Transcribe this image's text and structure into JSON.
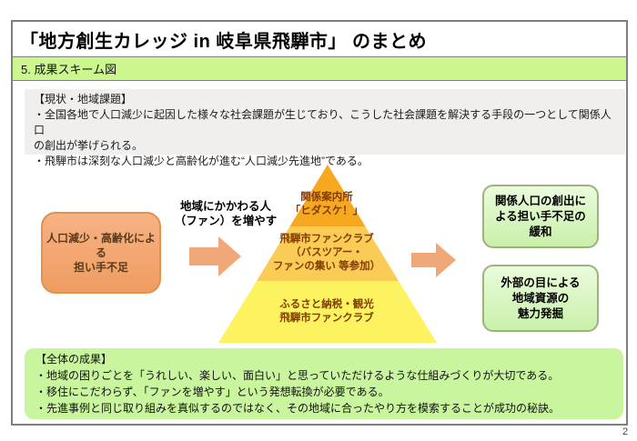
{
  "page": {
    "title": "「地方創生カレッジ in 岐阜県飛騨市」 のまとめ",
    "section_label": "5. 成果スキーム図",
    "page_number": "2"
  },
  "current_issues": {
    "heading": "【現状・地域課題】",
    "body": "・全国各地で人口減少に起因した様々な社会課題が生じており、こうした社会課題を解決する手段の一つとして関係人口\nの創出が挙げられる。\n・飛騨市は深刻な人口減少と高齢化が進む“人口減少先進地”である。"
  },
  "diagram": {
    "problem_box_label": "人口減少・高齢化による\n担い手不足",
    "arrow1_label": "地域にかかわる人\n（ファン）を増やす",
    "pyramid": {
      "tier_top": "関係案内所\n「ヒダスケ！」",
      "tier_middle": "飛騨市ファンクラブ\n（バスツアー・\nファンの集い 等参加）",
      "tier_bottom": "ふるさと納税・観光\n飛騨市ファンクラブ"
    },
    "outcome_box1_label": "関係人口の創出に\nよる担い手不足の\n緩和",
    "outcome_box2_label": "外部の目による\n地域資源の\n魅力発掘"
  },
  "overall_results": {
    "heading": "【全体の成果】",
    "bullets": [
      "・地域の困りごとを「うれしい、楽しい、面白い」と思っていただけるような仕組みづくりが大切である。",
      "・移住にこだわらず、「ファンを増やす」という発想転換が必要である。",
      "・先進事例と同じ取り組みを真似するのではなく、その地域に合ったやり方を模索することが成功の秘訣。"
    ]
  },
  "colors": {
    "section_bar_green": "#ccf78e",
    "results_box_green": "#c9f59e",
    "issues_box_gray": "#f0efed",
    "problem_box_orange": "#f2a46e",
    "arrow_orange": "#f0a878",
    "pyramid_top": "#f6a820",
    "pyramid_middle": "#facc55",
    "pyramid_bottom": "#fdf25f",
    "pyramid_text_brown": "#833c00",
    "outcome_box_fill": "#d9f6c2",
    "outcome_box_border": "#9cb37a"
  }
}
